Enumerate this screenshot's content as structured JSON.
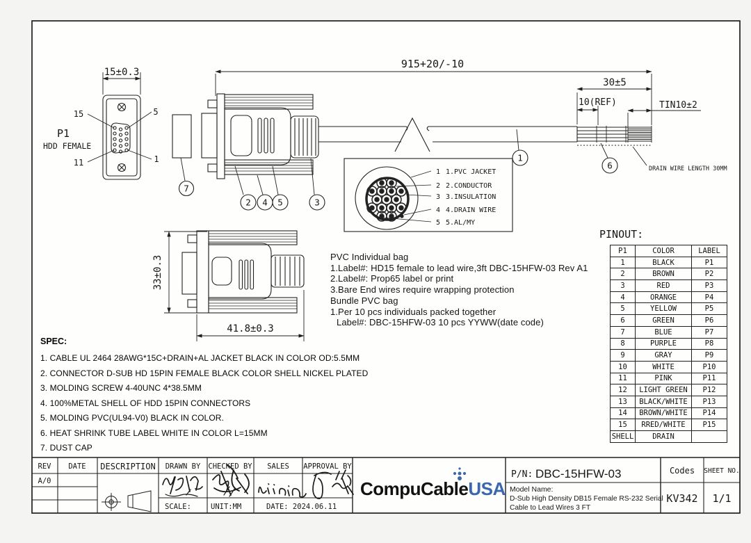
{
  "front_view": {
    "p1": "P1",
    "type": "HDD FEMALE",
    "dim_width": "15±0.3",
    "pin_top_left": "15",
    "pin_top_right": "5",
    "pin_bottom_left": "11",
    "pin_bottom_right": "1"
  },
  "assembly": {
    "dim_length": "915+20/-10",
    "dim_strip": "30±5",
    "dim_ref": "10(REF)",
    "dim_tin": "TIN10±2",
    "drain_note": "DRAIN WIRE LENGTH 30MM"
  },
  "side_view": {
    "dim_height": "33±0.3",
    "dim_width": "41.8±0.3"
  },
  "callouts": {
    "c1": "1",
    "c2": "2",
    "c3": "3",
    "c4": "4",
    "c5": "5",
    "c6": "6",
    "c7": "7"
  },
  "cross_section": {
    "items": [
      {
        "n": "1",
        "label": "1.PVC JACKET"
      },
      {
        "n": "2",
        "label": "2.CONDUCTOR"
      },
      {
        "n": "3",
        "label": "3.INSULATION"
      },
      {
        "n": "4",
        "label": "4.DRAIN WIRE"
      },
      {
        "n": "5",
        "label": "5.AL/MY"
      }
    ]
  },
  "packaging_notes": {
    "lines": [
      "PVC Individual bag",
      "1.Label#: HD15 female to lead wire,3ft DBC-15HFW-03  Rev A1",
      "2.Label#: Prop65 label or print",
      "3.Bare End wires require wrapping protection",
      "Bundle PVC bag",
      "1.Per 10 pcs individuals packed together",
      "Label#: DBC-15HFW-03 10 pcs YYWW(date code)"
    ]
  },
  "spec": {
    "title": "SPEC:",
    "items": [
      "1. CABLE UL 2464 28AWG*15C+DRAIN+AL JACKET BLACK IN COLOR OD:5.5MM",
      "2. CONNECTOR D-SUB HD 15PIN FEMALE BLACK COLOR SHELL NICKEL PLATED",
      "3. MOLDING SCREW 4-40UNC 4*38.5MM",
      "4. 100%METAL SHELL OF HDD 15PIN CONNECTORS",
      "5. MOLDING PVC(UL94-V0) BLACK IN COLOR.",
      "6. HEAT SHRINK TUBE LABEL WHITE IN COLOR L=15MM",
      "7. DUST CAP"
    ]
  },
  "pinout": {
    "title": "PINOUT:",
    "headers": [
      "P1",
      "COLOR",
      "LABEL"
    ],
    "rows": [
      [
        "1",
        "BLACK",
        "P1"
      ],
      [
        "2",
        "BROWN",
        "P2"
      ],
      [
        "3",
        "RED",
        "P3"
      ],
      [
        "4",
        "ORANGE",
        "P4"
      ],
      [
        "5",
        "YELLOW",
        "P5"
      ],
      [
        "6",
        "GREEN",
        "P6"
      ],
      [
        "7",
        "BLUE",
        "P7"
      ],
      [
        "8",
        "PURPLE",
        "P8"
      ],
      [
        "9",
        "GRAY",
        "P9"
      ],
      [
        "10",
        "WHITE",
        "P10"
      ],
      [
        "11",
        "PINK",
        "P11"
      ],
      [
        "12",
        "LIGHT GREEN",
        "P12"
      ],
      [
        "13",
        "BLACK/WHITE",
        "P13"
      ],
      [
        "14",
        "BROWN/WHITE",
        "P14"
      ],
      [
        "15",
        "RRED/WHITE",
        "P15"
      ],
      [
        "SHELL",
        "DRAIN",
        ""
      ]
    ]
  },
  "title_block": {
    "rev": "REV",
    "date": "DATE",
    "description": "DESCRIPTION",
    "drawn_by": "DRAWN BY",
    "checked_by": "CHECKED BY",
    "sales": "SALES",
    "approval_by": "APPROVAL BY",
    "rev_value": "A/0",
    "scale": "SCALE:",
    "unit": "UNIT:MM",
    "date_value": "DATE: 2024.06.11",
    "pn_label": "P/N:",
    "pn_value": "DBC-15HFW-03",
    "model_label": "Model Name:",
    "model_line1": "D-Sub High Density DB15 Female RS-232 Serial",
    "model_line2": "Cable to Lead Wires 3 FT",
    "codes": "Codes",
    "codes_value": "KV342",
    "sheet_no": "SHEET NO.",
    "sheet_value": "1/1"
  },
  "logo": {
    "part_black": "CompuCable",
    "part_blue": "USA",
    "blue": "#3a67ae"
  }
}
